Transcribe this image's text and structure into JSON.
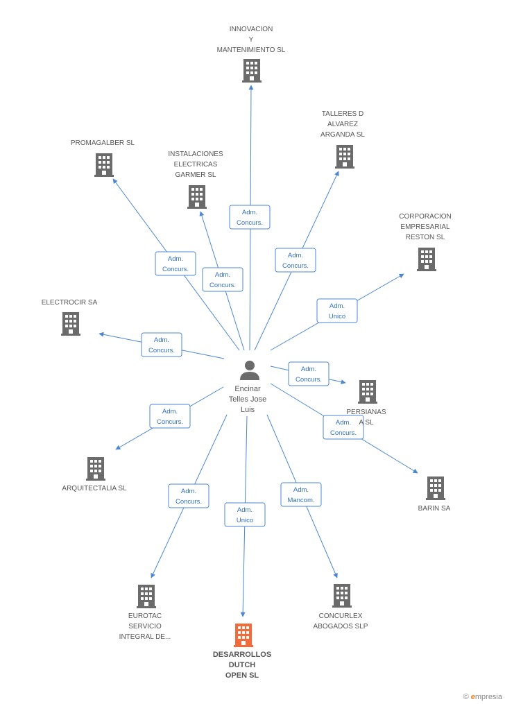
{
  "colors": {
    "edge": "#4a86d4",
    "building": "#6b6b6b",
    "highlight": "#f26b3a",
    "person": "#6b6b6b"
  },
  "center": {
    "lines": [
      "Encinar",
      "Telles Jose",
      "Luis"
    ]
  },
  "nodes": [
    {
      "id": "innovacion",
      "lines": [
        "INNOVACION",
        "Y",
        "MANTENIMIENTO SL"
      ],
      "role_lines": [
        "Adm.",
        "Concurs."
      ]
    },
    {
      "id": "talleres",
      "lines": [
        "TALLERES D",
        "ALVAREZ",
        "ARGANDA SL"
      ],
      "role_lines": [
        "Adm.",
        "Concurs."
      ]
    },
    {
      "id": "promagalber",
      "lines": [
        "PROMAGALBER SL"
      ],
      "role_lines": [
        "Adm.",
        "Concurs."
      ]
    },
    {
      "id": "instalaciones",
      "lines": [
        "INSTALACIONES",
        "ELECTRICAS",
        "GARMER SL"
      ],
      "role_lines": [
        "Adm.",
        "Concurs."
      ]
    },
    {
      "id": "corporacion",
      "lines": [
        "CORPORACION",
        "EMPRESARIAL",
        "RESTON SL"
      ],
      "role_lines": [
        "Adm.",
        "Unico"
      ]
    },
    {
      "id": "electrocir",
      "lines": [
        "ELECTROCIR SA"
      ],
      "role_lines": [
        "Adm.",
        "Concurs."
      ]
    },
    {
      "id": "persianas",
      "lines": [
        "PERSIANAS",
        "A SL"
      ],
      "role_lines": [
        "Adm.",
        "Concurs."
      ]
    },
    {
      "id": "barin",
      "lines": [
        "BARIN SA"
      ],
      "role_lines": [
        "Adm.",
        "Concurs."
      ]
    },
    {
      "id": "arquitectalia",
      "lines": [
        "ARQUITECTALIA SL"
      ],
      "role_lines": [
        "Adm.",
        "Concurs."
      ]
    },
    {
      "id": "eurotac",
      "lines": [
        "EUROTAC",
        "SERVICIO",
        "INTEGRAL DE..."
      ],
      "role_lines": [
        "Adm.",
        "Concurs."
      ]
    },
    {
      "id": "desarrollos",
      "lines": [
        "DESARROLLOS",
        "DUTCH",
        "OPEN SL"
      ],
      "role_lines": [
        "Adm.",
        "Unico"
      ],
      "highlight": true
    },
    {
      "id": "concurlex",
      "lines": [
        "CONCURLEX",
        "ABOGADOS SLP"
      ],
      "role_lines": [
        "Adm.",
        "Mancom."
      ]
    }
  ],
  "watermark": {
    "symbol": "©",
    "brand_initial": "e",
    "brand_rest": "mpresia"
  }
}
